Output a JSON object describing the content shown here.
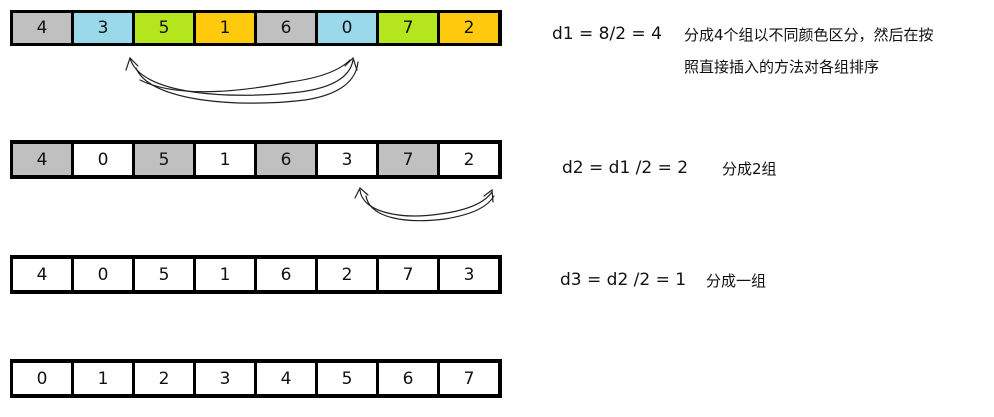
{
  "colors": {
    "gray": "#c0c0c0",
    "blue": "#99d9ea",
    "green": "#b5e61d",
    "orange": "#ffc90e",
    "white": "#ffffff"
  },
  "rows": [
    {
      "cells": [
        {
          "v": "4",
          "c": "gray"
        },
        {
          "v": "3",
          "c": "blue"
        },
        {
          "v": "5",
          "c": "green"
        },
        {
          "v": "1",
          "c": "orange"
        },
        {
          "v": "6",
          "c": "gray"
        },
        {
          "v": "0",
          "c": "blue"
        },
        {
          "v": "7",
          "c": "green"
        },
        {
          "v": "2",
          "c": "orange"
        }
      ]
    },
    {
      "cells": [
        {
          "v": "4",
          "c": "gray"
        },
        {
          "v": "0",
          "c": "white"
        },
        {
          "v": "5",
          "c": "gray"
        },
        {
          "v": "1",
          "c": "white"
        },
        {
          "v": "6",
          "c": "gray"
        },
        {
          "v": "3",
          "c": "white"
        },
        {
          "v": "7",
          "c": "gray"
        },
        {
          "v": "2",
          "c": "white"
        }
      ]
    },
    {
      "cells": [
        {
          "v": "4",
          "c": "white"
        },
        {
          "v": "0",
          "c": "white"
        },
        {
          "v": "5",
          "c": "white"
        },
        {
          "v": "1",
          "c": "white"
        },
        {
          "v": "6",
          "c": "white"
        },
        {
          "v": "2",
          "c": "white"
        },
        {
          "v": "7",
          "c": "white"
        },
        {
          "v": "3",
          "c": "white"
        }
      ]
    },
    {
      "cells": [
        {
          "v": "0",
          "c": "white"
        },
        {
          "v": "1",
          "c": "white"
        },
        {
          "v": "2",
          "c": "white"
        },
        {
          "v": "3",
          "c": "white"
        },
        {
          "v": "4",
          "c": "white"
        },
        {
          "v": "5",
          "c": "white"
        },
        {
          "v": "6",
          "c": "white"
        },
        {
          "v": "7",
          "c": "white"
        }
      ]
    }
  ],
  "labels": {
    "d1": "d1 = 8/2 = 4",
    "d1_note_line1": "分成4个组以不同颜色区分，然后在按",
    "d1_note_line2": "照直接插入的方法对各组排序",
    "d2": "d2 = d1 /2 = 2",
    "d2_note": "分成2组",
    "d3": "d3 = d2 /2 = 1",
    "d3_note": "分成一组"
  }
}
